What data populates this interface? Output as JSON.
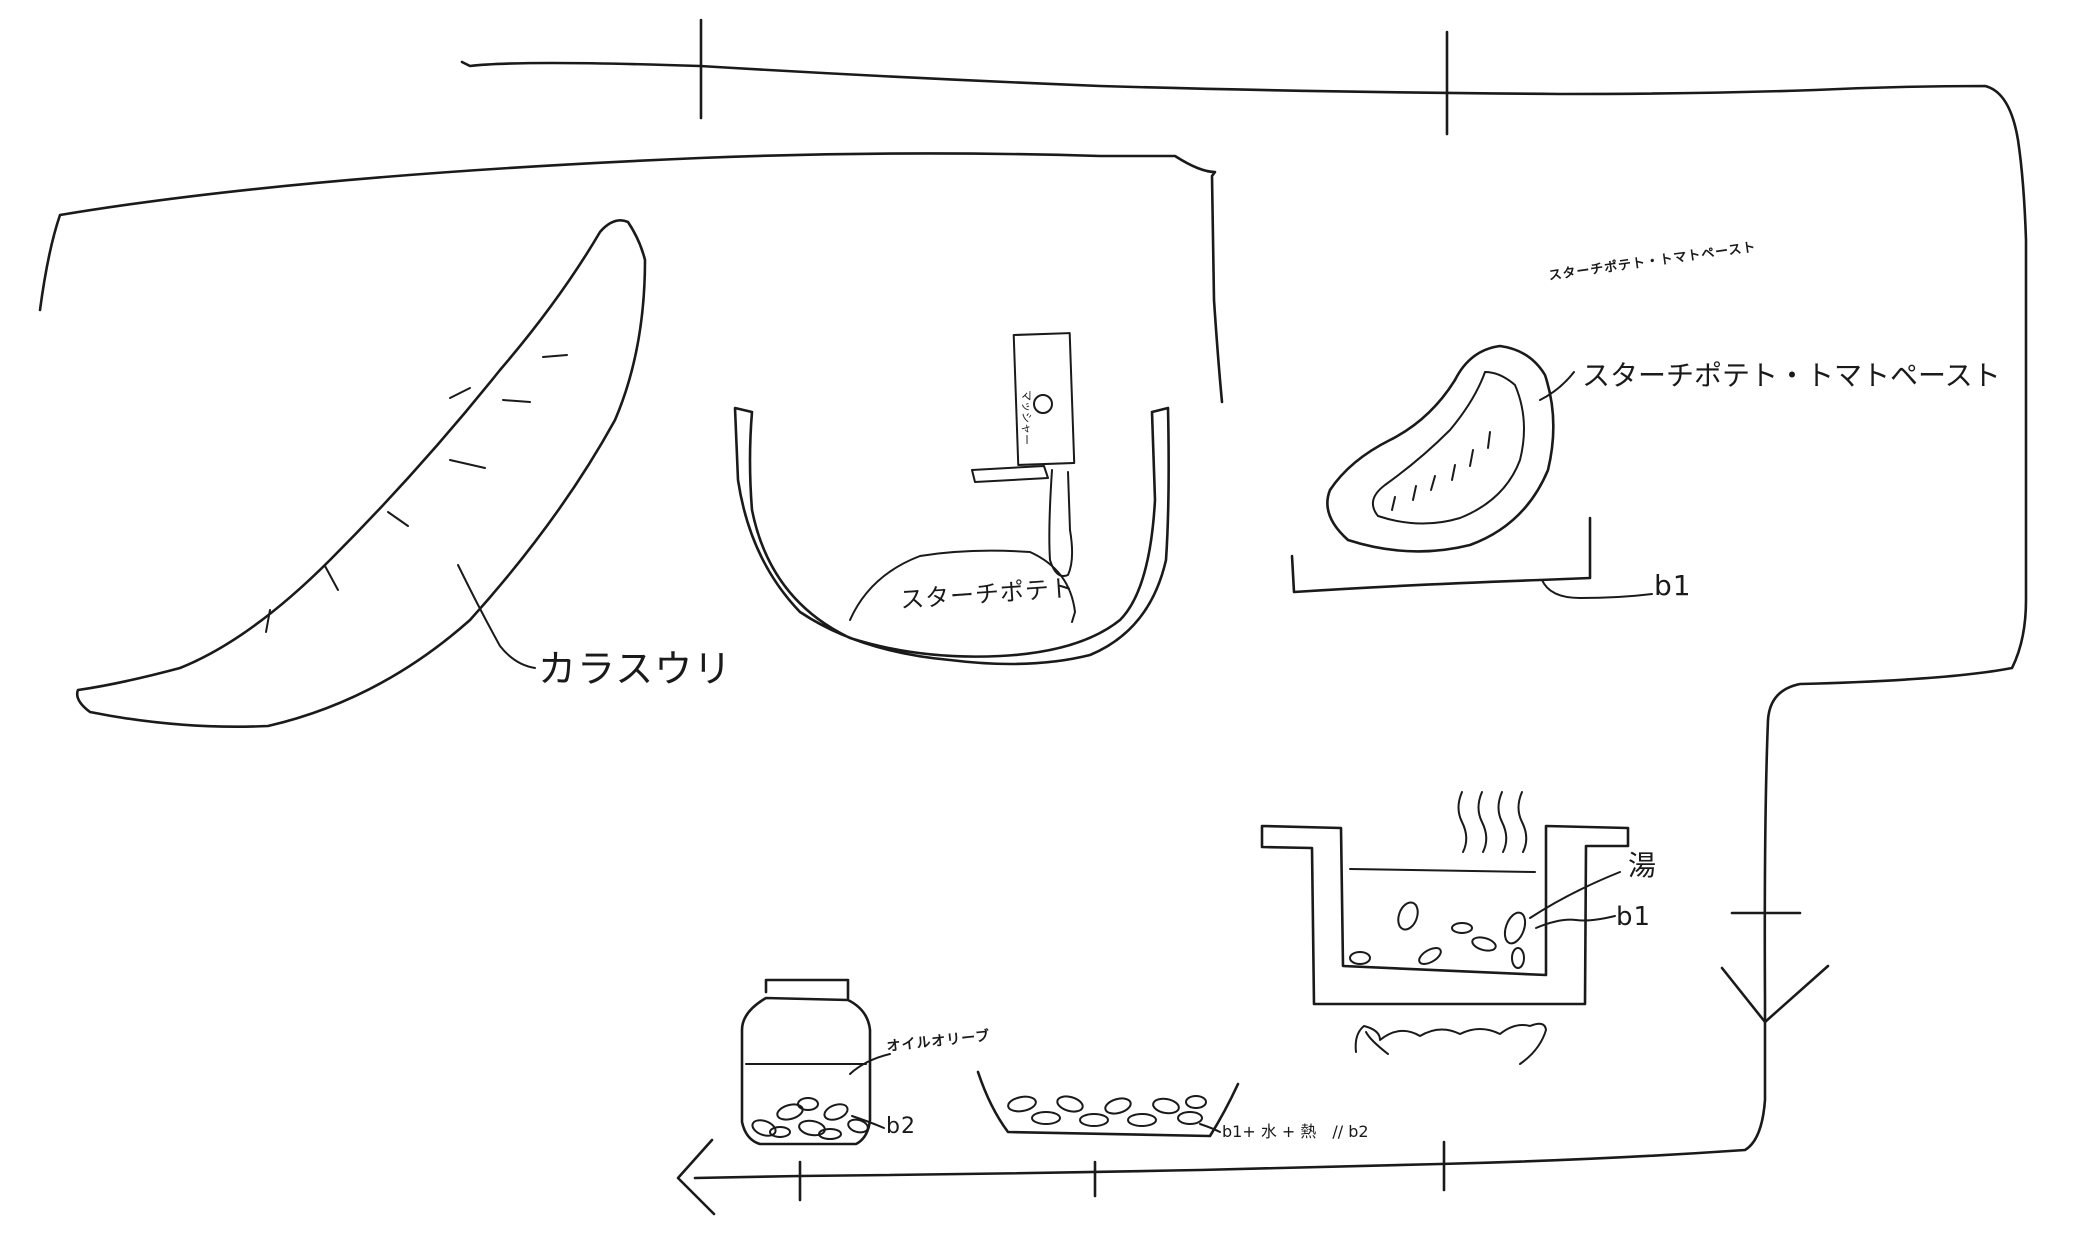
{
  "labels": {
    "karasuuri": "カラスウリ",
    "starch_potato_pot": "スターチポテト",
    "masher_text": "マッシャー",
    "paste_title_small": "スターチポテト・トマトペースト",
    "paste_label": "スターチポテト・トマトペースト",
    "b1_paste": "b1",
    "hot_water": "湯",
    "b1_pot": "b1",
    "olive_oil": "オイルオリーブ",
    "b2_jar": "b2",
    "tray_label": "b1+ 水 + 熱　// b2"
  },
  "colors": {
    "ink": "#1a1a1a",
    "background": "#ffffff"
  }
}
